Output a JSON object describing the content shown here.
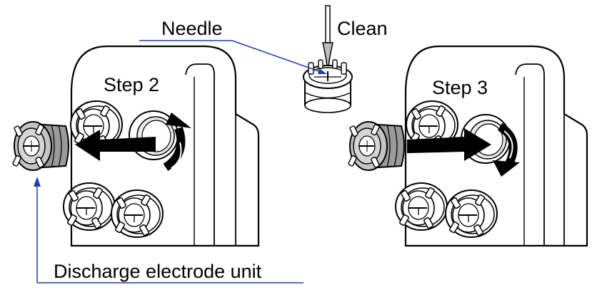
{
  "labels": {
    "needle": "Needle",
    "clean": "Clean",
    "step2": "Step 2",
    "step3": "Step 3",
    "discharge_unit": "Discharge electrode unit"
  },
  "colors": {
    "leader_line": "#1f3fb0",
    "line_art": "#000000",
    "unit_gray": "#bdbdbd",
    "unit_dark": "#7a7a7a",
    "background": "#ffffff"
  },
  "icons": {
    "removal_arrow": "arrow-left-icon",
    "insert_arrow": "arrow-right-icon",
    "rotate_ccw": "rotate-counterclockwise-icon",
    "rotate_cw": "rotate-clockwise-icon"
  }
}
